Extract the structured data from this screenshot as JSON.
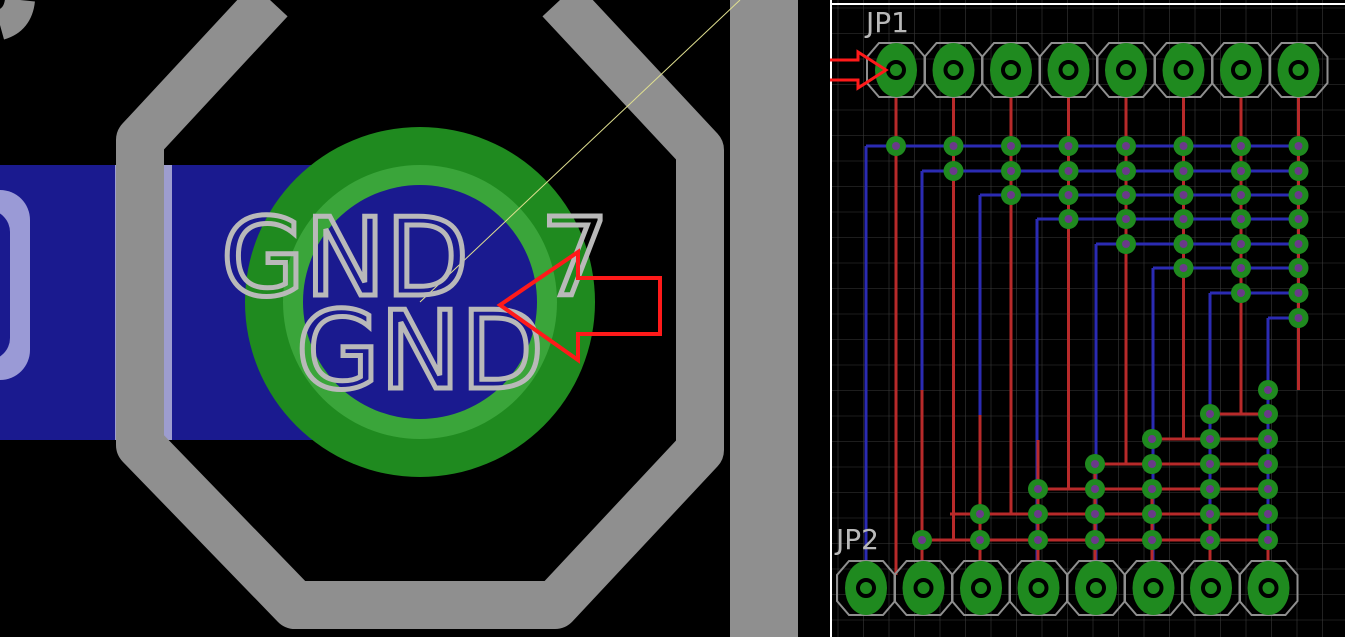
{
  "colors": {
    "background": "#000000",
    "silkscreen": "#8f8f8f",
    "silk_text": "#b9b9b9",
    "pad": "#1f8a1f",
    "pad_highlight": "#3aa53a",
    "bottom_copper": "#1a1a8f",
    "bottom_trace": "#2b2bb3",
    "top_trace": "#b82a2a",
    "marker": "#ff1a1a",
    "grid": "#3a3a3a",
    "airwire": "#e0e090",
    "frame": "#ffffff"
  },
  "zoom_view": {
    "pad_name_1": "GND",
    "pad_name_2": "GND",
    "pin_number": "7",
    "icons": [
      "pad-marker-arrow-icon"
    ]
  },
  "board_view": {
    "connector_top": "JP1",
    "connector_bottom": "JP2",
    "jp1_pin_count": 8,
    "jp2_pin_count": 8,
    "icons": [
      "pin1-marker-arrow-icon"
    ]
  }
}
